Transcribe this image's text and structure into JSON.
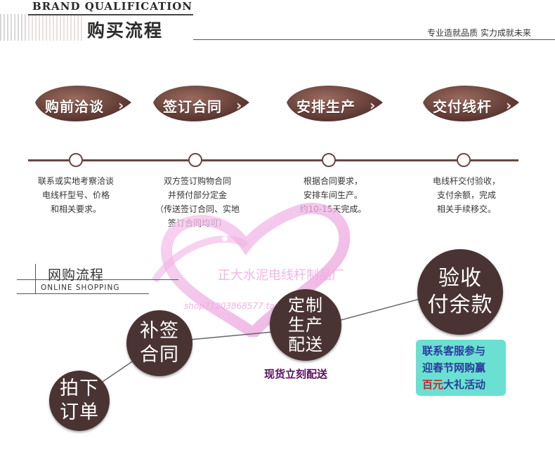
{
  "header": {
    "brand": "BRAND QUALIFICATION",
    "title": "购买流程",
    "slogan": "专业造就品质 实力成就未来"
  },
  "steps": [
    {
      "label": "购前洽谈",
      "desc": [
        "联系或实地考察洽谈",
        "电线杆型号、价格",
        "和相关要求。"
      ]
    },
    {
      "label": "签订合同",
      "desc": [
        "双方签订购物合同",
        "并预付部分定金",
        "（传送签订合同、实地",
        "签订合同均可）"
      ]
    },
    {
      "label": "安排生产",
      "desc": [
        "根据合同要求，",
        "安排车间生产。",
        "约10-15天完成。"
      ]
    },
    {
      "label": "交付线杆",
      "desc": [
        "电线杆交付验收，",
        "支付余额，完成",
        "相关手续移交。"
      ]
    }
  ],
  "online": {
    "title_cn": "网购流程",
    "title_en": "ONLINE SHOPPING",
    "circles": [
      {
        "lines": [
          "拍下",
          "订单"
        ]
      },
      {
        "lines": [
          "补签",
          "合同"
        ]
      },
      {
        "lines": [
          "定制",
          "生产",
          "配送"
        ]
      },
      {
        "lines": [
          "验收",
          "付余款"
        ]
      }
    ],
    "spot_note": "现货立刻配送",
    "promo": {
      "line1": "联系客服参与",
      "line2": "迎春节网购赢",
      "line3_a": "百元",
      "line3_b": "大礼活动"
    }
  },
  "watermark": {
    "text1": "正大水泥电线杆制品厂",
    "text2": "shop71203868577.taobao.com"
  },
  "colors": {
    "brown": "#6b463e",
    "circle": "#4a3433",
    "promo_bg": "#6ae0d2",
    "promo_text": "#2a3e9a",
    "promo_red": "#d0202a",
    "spot": "#5a1060"
  }
}
